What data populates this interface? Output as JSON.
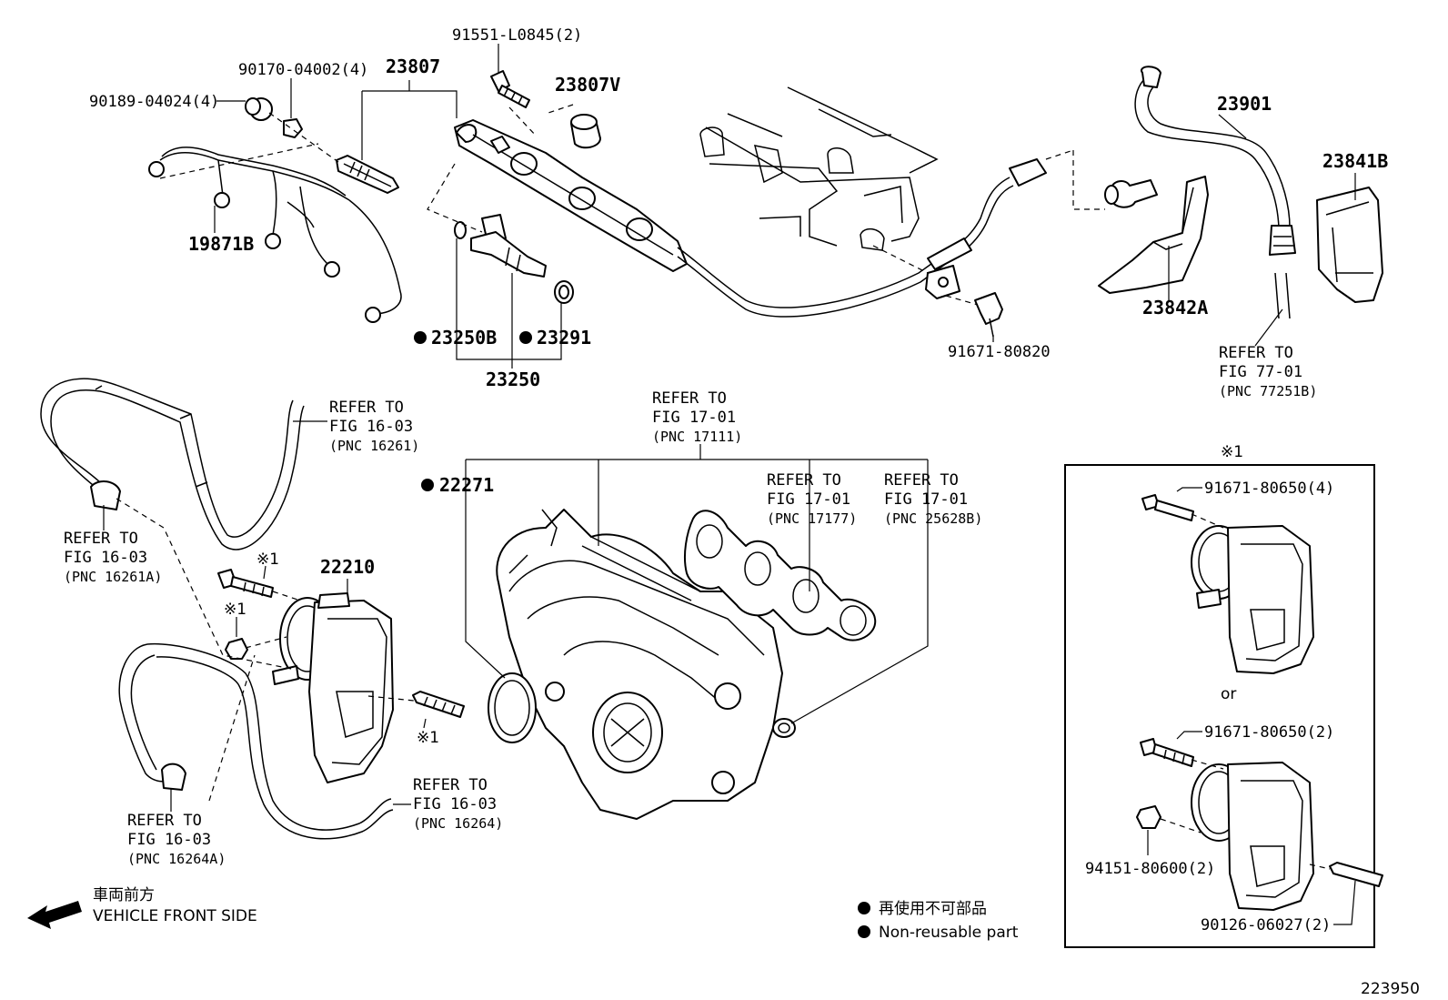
{
  "labels": {
    "p91551": "91551-L0845(2)",
    "p90170": "90170-04002(4)",
    "p23807": "23807",
    "p23807v": "23807V",
    "p90189": "90189-04024(4)",
    "p23901": "23901",
    "p23841b": "23841B",
    "p19871b": "19871B",
    "p23842a": "23842A",
    "p23250b": "23250B",
    "p23291": "23291",
    "p23250": "23250",
    "p91671_80820": "91671-80820",
    "p22271": "22271",
    "p22210": "22210",
    "p91671_80650_4": "91671-80650(4)",
    "p91671_80650_2": "91671-80650(2)",
    "p94151": "94151-80600(2)",
    "p90126": "90126-06027(2)",
    "or": "or",
    "star1": "※1",
    "fig_number": "223950"
  },
  "refs": {
    "r77": {
      "l1": "REFER TO",
      "l2": "FIG 77-01",
      "l3": "(PNC 77251B)"
    },
    "r16261": {
      "l1": "REFER TO",
      "l2": "FIG 16-03",
      "l3": "(PNC 16261)"
    },
    "r17111": {
      "l1": "REFER TO",
      "l2": "FIG 17-01",
      "l3": "(PNC 17111)"
    },
    "r17177": {
      "l1": "REFER TO",
      "l2": "FIG 17-01",
      "l3": "(PNC 17177)"
    },
    "r25628b": {
      "l1": "REFER TO",
      "l2": "FIG 17-01",
      "l3": "(PNC 25628B)"
    },
    "r16261a": {
      "l1": "REFER TO",
      "l2": "FIG 16-03",
      "l3": "(PNC 16261A)"
    },
    "r16264": {
      "l1": "REFER TO",
      "l2": "FIG 16-03",
      "l3": "(PNC 16264)"
    },
    "r16264a": {
      "l1": "REFER TO",
      "l2": "FIG 16-03",
      "l3": "(PNC 16264A)"
    }
  },
  "legend": {
    "nonreusable_jp": "再使用不可部品",
    "nonreusable_en": "Non-reusable part",
    "vehicle_front_jp": "車両前方",
    "vehicle_front_en": "VEHICLE FRONT SIDE"
  },
  "colors": {
    "ink": "#000000",
    "paper": "#ffffff"
  }
}
